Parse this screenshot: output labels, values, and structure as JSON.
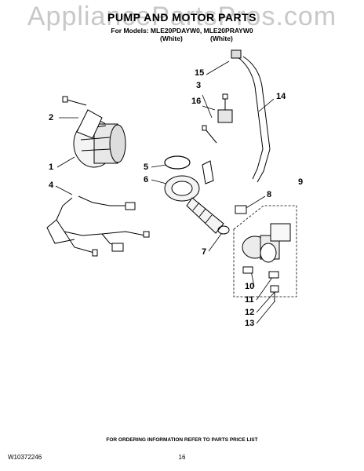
{
  "watermark": "AppliancePartsPros.com",
  "header": {
    "title": "PUMP AND MOTOR PARTS",
    "models": "For Models: MLE20PDAYW0, MLE20PRAYW0",
    "color1": "(White)",
    "color2": "(White)"
  },
  "callouts": [
    "1",
    "2",
    "3",
    "4",
    "5",
    "6",
    "7",
    "8",
    "9",
    "10",
    "11",
    "12",
    "13",
    "14",
    "15",
    "16"
  ],
  "footer": {
    "ordering": "FOR ORDERING INFORMATION REFER TO PARTS PRICE LIST",
    "doc_number": "W10372246",
    "page_number": "16"
  }
}
